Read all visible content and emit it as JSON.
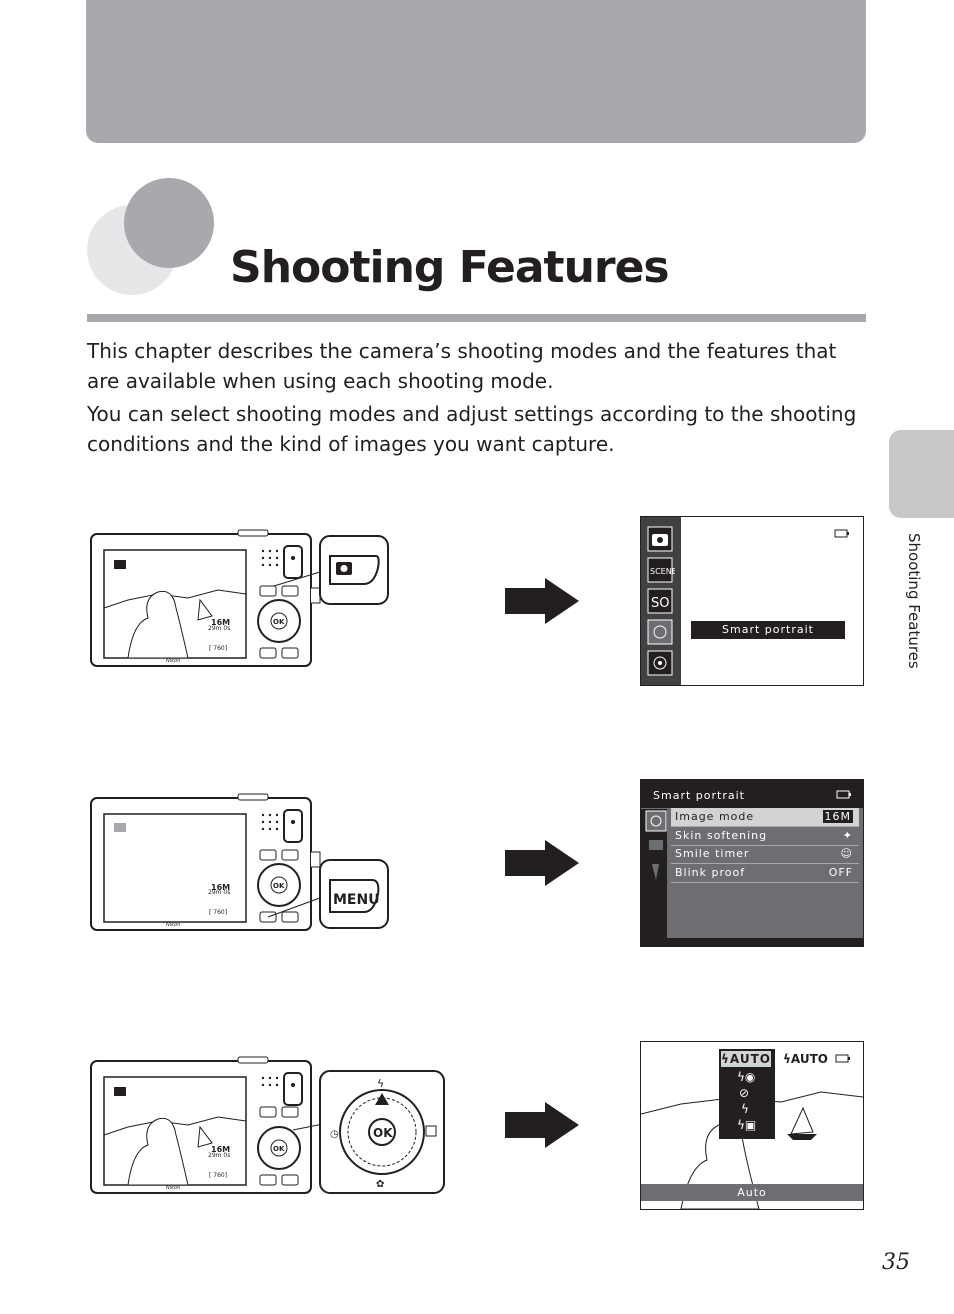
{
  "page": {
    "title": "Shooting Features",
    "intro_1": "This chapter describes the camera’s shooting modes and the features that are available when using each shooting mode.",
    "intro_2": "You can select shooting modes and adjust settings according to the shooting conditions and the kind of images you want capture.",
    "side_tab": "Shooting Features",
    "page_number": "35"
  },
  "screen1": {
    "mode_icons": [
      "camera-icon",
      "scene-icon",
      "so-icon",
      "smile-icon",
      "subject-tracking-icon"
    ],
    "mode_labels": [
      "SCENE",
      "SO"
    ],
    "selected_label": "Smart portrait"
  },
  "screen2": {
    "header": "Smart portrait",
    "rows": [
      {
        "label": "Image mode",
        "value": "16M"
      },
      {
        "label": "Skin softening",
        "value": ""
      },
      {
        "label": "Smile timer",
        "value": ""
      },
      {
        "label": "Blink proof",
        "value": "OFF"
      }
    ]
  },
  "screen3": {
    "flash_options": [
      "AUTO",
      "red-eye",
      "off",
      "fill",
      "slow-sync"
    ],
    "current_mode": "AUTO",
    "caption": "Auto"
  },
  "buttons": {
    "camera_button": "camera-icon",
    "menu_button": "MENU",
    "ok_button": "OK"
  },
  "colors": {
    "band": "#a7a9ac",
    "lcd_dark": "#414042",
    "highlight": "#231f20"
  }
}
